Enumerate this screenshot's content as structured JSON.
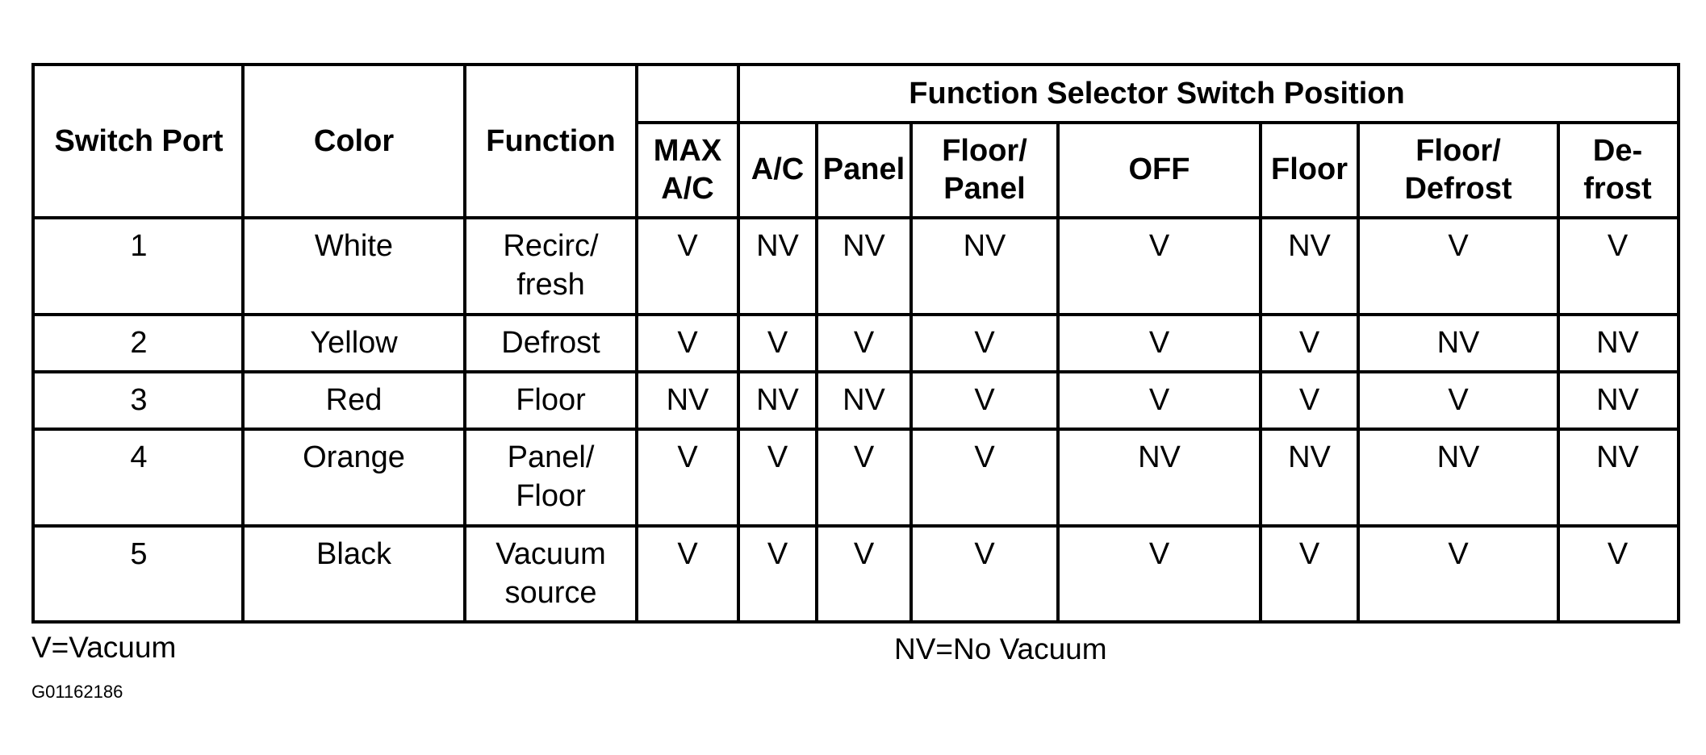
{
  "table": {
    "group_header": "Function Selector Switch Position",
    "left_headers": [
      "Switch Port",
      "Color",
      "Function"
    ],
    "positions": [
      "MAX\nA/C",
      "A/C",
      "Panel",
      "Floor/\nPanel",
      "OFF",
      "Floor",
      "Floor/\nDefrost",
      "De-\nfrost"
    ],
    "rows": [
      {
        "port": "1",
        "color": "White",
        "function": "Recirc/\nfresh",
        "values": [
          "V",
          "NV",
          "NV",
          "NV",
          "V",
          "NV",
          "V",
          "V"
        ]
      },
      {
        "port": "2",
        "color": "Yellow",
        "function": "Defrost",
        "values": [
          "V",
          "V",
          "V",
          "V",
          "V",
          "V",
          "NV",
          "NV"
        ]
      },
      {
        "port": "3",
        "color": "Red",
        "function": "Floor",
        "values": [
          "NV",
          "NV",
          "NV",
          "V",
          "V",
          "V",
          "V",
          "NV"
        ]
      },
      {
        "port": "4",
        "color": "Orange",
        "function": "Panel/\nFloor",
        "values": [
          "V",
          "V",
          "V",
          "V",
          "NV",
          "NV",
          "NV",
          "NV"
        ]
      },
      {
        "port": "5",
        "color": "Black",
        "function": "Vacuum\nsource",
        "values": [
          "V",
          "V",
          "V",
          "V",
          "V",
          "V",
          "V",
          "V"
        ]
      }
    ]
  },
  "legend": {
    "vacuum": "V=Vacuum",
    "no_vacuum": "NV=No Vacuum"
  },
  "figure_code": "G01162186"
}
